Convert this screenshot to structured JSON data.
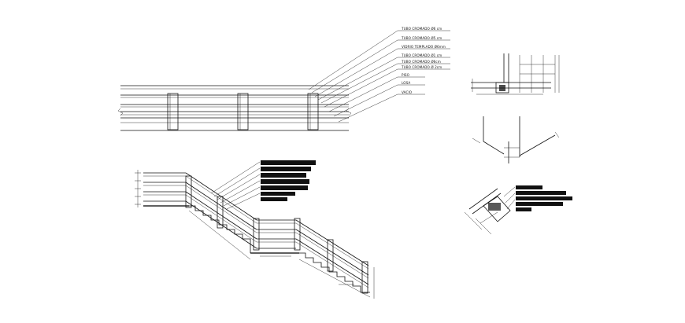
{
  "elevation_labels": [
    "TUBO CROMADO Ø6 cm",
    "TUBO CROMADO Ø5 cm",
    "VIDRIO TEMPLADO Ø6mm",
    "TUBO CROMADO Ø1 cm",
    "TUBO CROMADO Ø6cm",
    "TUBO CROMADO Ø 2cm",
    "PISO",
    "LOSA",
    "VACIO"
  ],
  "colors": {
    "line": "#111111",
    "background": "#ffffff"
  }
}
